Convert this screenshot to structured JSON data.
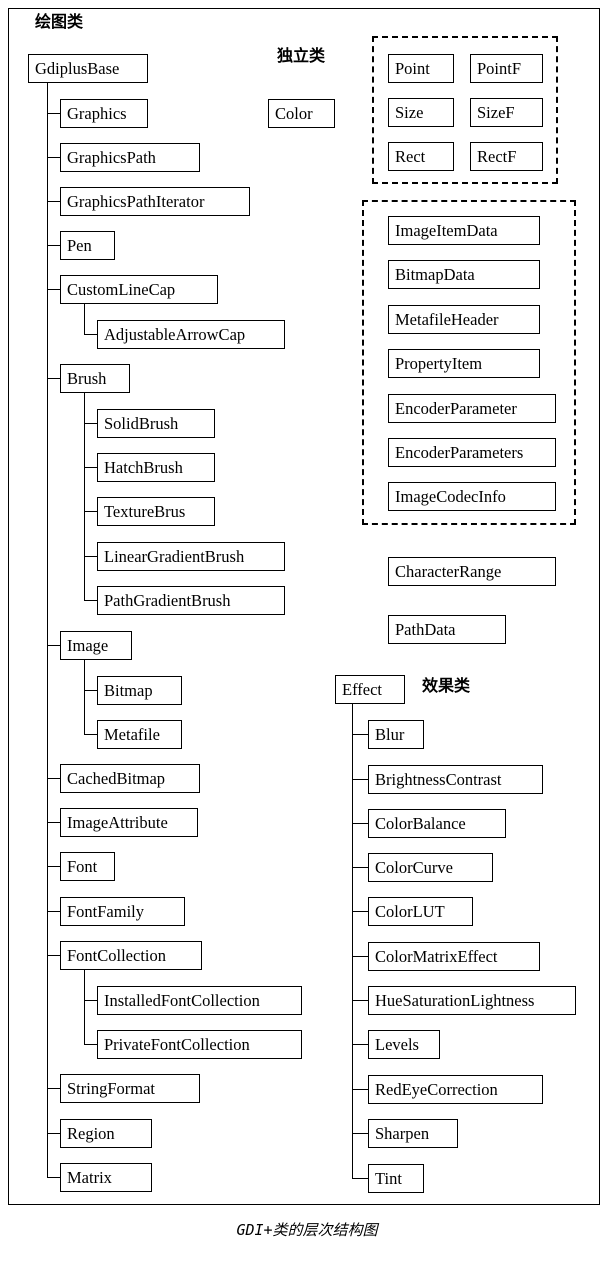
{
  "diagram": {
    "caption": "GDI+类的层次结构图",
    "sections": {
      "drawing": "绘图类",
      "standalone": "独立类",
      "effect": "效果类"
    },
    "colors": {
      "stroke": "#000000",
      "background": "#ffffff",
      "text": "#000000"
    }
  },
  "drawing_tree": {
    "root": "GdiplusBase",
    "children": [
      {
        "label": "Graphics"
      },
      {
        "label": "GraphicsPath"
      },
      {
        "label": "GraphicsPathIterator"
      },
      {
        "label": "Pen"
      },
      {
        "label": "CustomLineCap",
        "children": [
          {
            "label": "AdjustableArrowCap"
          }
        ]
      },
      {
        "label": "Brush",
        "children": [
          {
            "label": "SolidBrush"
          },
          {
            "label": "HatchBrush"
          },
          {
            "label": "TextureBrus"
          },
          {
            "label": "LinearGradientBrush"
          },
          {
            "label": "PathGradientBrush"
          }
        ]
      },
      {
        "label": "Image",
        "children": [
          {
            "label": "Bitmap"
          },
          {
            "label": "Metafile"
          }
        ]
      },
      {
        "label": "CachedBitmap"
      },
      {
        "label": "ImageAttribute"
      },
      {
        "label": "Font"
      },
      {
        "label": "FontFamily"
      },
      {
        "label": "FontCollection",
        "children": [
          {
            "label": "InstalledFontCollection"
          },
          {
            "label": "PrivateFontCollection"
          }
        ]
      },
      {
        "label": "StringFormat"
      },
      {
        "label": "Region"
      },
      {
        "label": "Matrix"
      }
    ]
  },
  "standalone": {
    "color_node": "Color",
    "group_geometry": [
      "Point",
      "PointF",
      "Size",
      "SizeF",
      "Rect",
      "RectF"
    ],
    "group_imaging": [
      "ImageItemData",
      "BitmapData",
      "MetafileHeader",
      "PropertyItem",
      "EncoderParameter",
      "EncoderParameters",
      "ImageCodecInfo"
    ],
    "loose_nodes": [
      "CharacterRange",
      "PathData"
    ]
  },
  "effect_tree": {
    "root": "Effect",
    "children": [
      {
        "label": "Blur"
      },
      {
        "label": "BrightnessContrast"
      },
      {
        "label": "ColorBalance"
      },
      {
        "label": "ColorCurve"
      },
      {
        "label": "ColorLUT"
      },
      {
        "label": "ColorMatrixEffect"
      },
      {
        "label": "HueSaturationLightness"
      },
      {
        "label": "Levels"
      },
      {
        "label": "RedEyeCorrection"
      },
      {
        "label": "Sharpen"
      },
      {
        "label": "Tint"
      }
    ]
  }
}
